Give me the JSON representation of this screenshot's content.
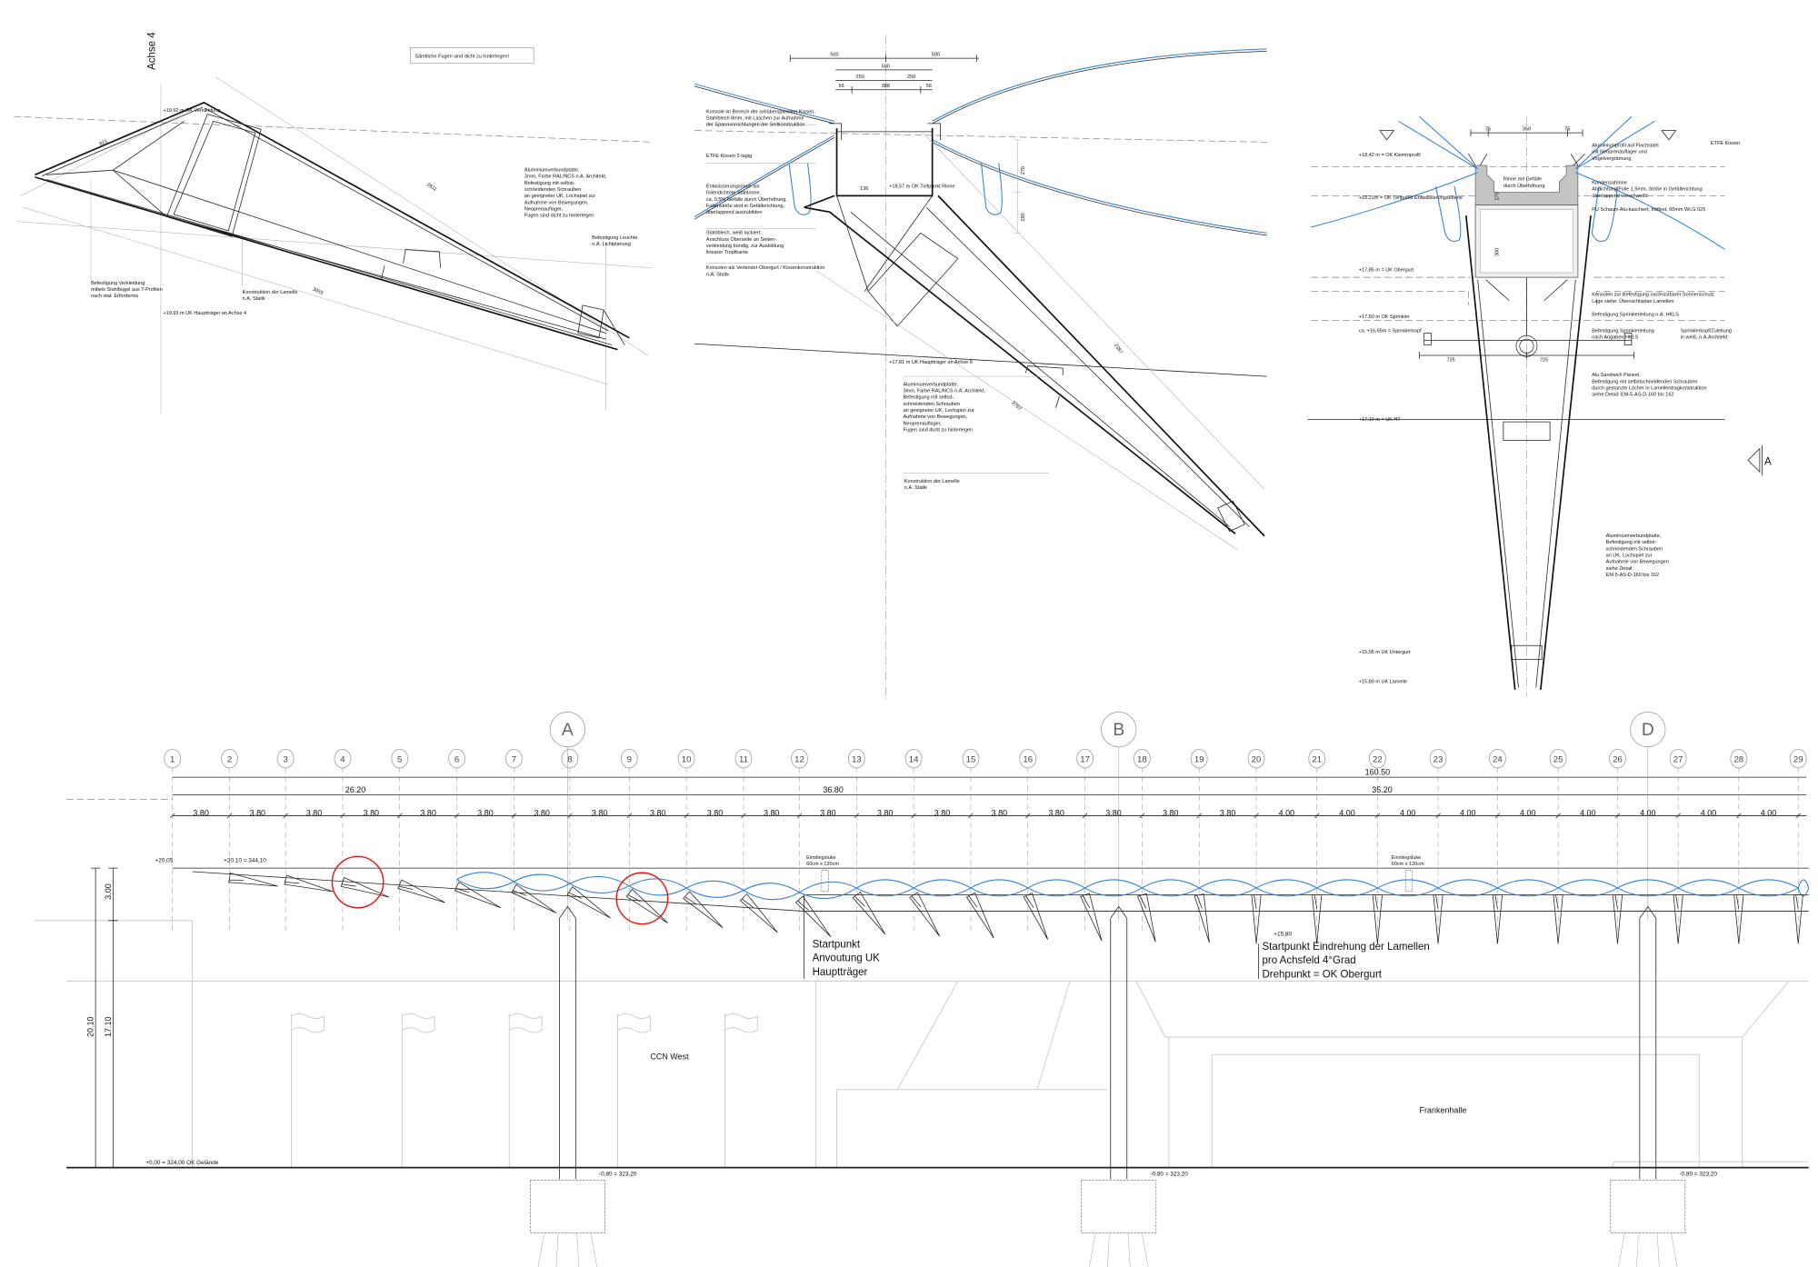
{
  "colors": {
    "etfe_cushion": "#2f7fd6",
    "highlight_circle": "#e11111",
    "line": "#222222"
  },
  "detail1": {
    "axis_label": "Achse 4",
    "note": "Sämtliche Fugen sind dicht zu hinterlegen!",
    "level_top": "+19,62 m OK Verkleidung",
    "level_bottom": "+19,93 m UK Hauptträger an Achse 4",
    "dims": [
      "921",
      "2611",
      "3055"
    ],
    "annotation_panel": [
      "Aluminiumverbundplatte,",
      "3mm, Farbe RAL/NCS n.A. Architekt,",
      "",
      "Befestigung mit selbst-",
      "schneidenden Schrauben",
      "an geeigneter UK, Lochspiel zur",
      "Aufnahme von Bewegungen,",
      "Neoprenauflager,",
      "Fugen sind dicht zu hinterlegen"
    ],
    "annotation_light": [
      "Befestigung Leuchte",
      "n.A. Lichtplanung"
    ],
    "annotation_fixing": [
      "Befestigung Verkleidung",
      "mittels Stahlbügel aus T-Profilen",
      "nach stat. Erfordernis"
    ],
    "annotation_construction": [
      "Konstruktion der Lamelle",
      "n.A. Statik"
    ]
  },
  "detail2": {
    "dims_top": [
      "500",
      "500"
    ],
    "dim_mid": "500",
    "dims_250": [
      "250",
      "250"
    ],
    "dims_small": [
      "56",
      "388",
      "56"
    ],
    "dims_vertical": [
      "270",
      "190"
    ],
    "dim_136": "136",
    "dims_diag": [
      "2387",
      "2767"
    ],
    "level_gutter": "+18,57 m OK Tiefpunkt Rinne",
    "level_beam": "+17,81 m UK Hauptträger an Achse 9",
    "annotation_console": [
      "Konsole im Bereich der seilüberspannten Kissen,",
      "Stahlblech 8mm, mit Laschen zur Aufnahme",
      "der Spannvorrichtungen der Seilkonstruktion"
    ],
    "annotation_etfe": [
      "ETFE Kissen 2-lagig"
    ],
    "annotation_gutter": [
      "Entwässerungsrinne als",
      "foliendichtete Stahlrinne,",
      "ca. 0,5% Gefälle durch Überhöhung,",
      "Folienstöße sind in Gefällerichtung,",
      "überlappend auszubilden"
    ],
    "annotation_sheet": [
      "Stahlblech, weiß lackiert,",
      "Anschluss Oberseite an Seiten-",
      "verkleidung bündig, zur Ausbildung",
      "linearer Tropfkante"
    ],
    "annotation_consoles": [
      "Konsolen als Verbinder Obergurt / Kissenkonstruktion",
      "n.A. Statik"
    ],
    "annotation_panel": [
      "Aluminiumverbundplatte,",
      "3mm, Farbe RAL/NCS n.A. Architekt,",
      "",
      "Befestigung mit selbst-",
      "schneidenden Schrauben",
      "an geeigneter UK, Lochspiel zur",
      "Aufnahme von Bewegungen,",
      "Neoprenauflager,",
      "Fugen sind dicht zu hinterlegen"
    ],
    "annotation_construction": [
      "Konstruktion der Lamelle",
      "n.A. Statik"
    ]
  },
  "detail3": {
    "dims_top": [
      "75",
      "350",
      "75"
    ],
    "dims_vertical": [
      "270",
      "300"
    ],
    "dims_sprinkler": [
      "725",
      "725"
    ],
    "section_marker": "A",
    "levels": [
      "+18,42 m = OK Klemmprofil",
      "+18,21m = OK Tiefpunkt Entwässerungsebene",
      "+17,85 m = UK Obergurt",
      "+17,60 m OK Sprinkler",
      "ca. +16,65m = Sprinklerkopf",
      "+17,10 m = UK HT",
      "+15,95 m UK Untergurt",
      "+15,80 m UK Lamelle"
    ],
    "label_etfe": "ETFE Kissen",
    "label_gutter": [
      "Rinne mit Gefälle",
      "durch Überhöhung"
    ],
    "annotation_profile": [
      "Aluminiumprofil auf Flachstahl",
      "mit Neoprenauflager und",
      "Vogelvergrämung"
    ],
    "annotation_condensate": [
      "Kondensatrinne",
      "Abdichtung Folie 1,5mm, Stöße in Gefällerichtung",
      "überlappend verschweißt"
    ],
    "annotation_foam": [
      "PU Schaum Alu-kaschiert, trittfest, 60mm WLG 025"
    ],
    "annotation_consoles": [
      "Konsolen zur Befestigung nachrüstbarer Sonnenschutz",
      "Lage siehe: Übersichtsplan Lamellen"
    ],
    "annotation_sprinkler_fix": [
      "Befestigung Sprinklerleitung n.A. HKLS"
    ],
    "annotation_sprinkler_line": [
      "Befestigung Sprinklerleitung",
      "nach Angaben HKLS"
    ],
    "annotation_sprinkler_head": [
      "Sprinklerkopf/Zuleitung",
      "in weiß, n.A.Architekt"
    ],
    "annotation_sandwich": [
      "Alu Sandwich Paneel,",
      "Befestigung mit selbstschneidenden Schrauben",
      "durch gestanzte Löcher in Lamellentragkonstruktion",
      "siehe Detail: EM-5-AS-D-160 bis 162"
    ],
    "annotation_panel": [
      "Aluminiumverbundplatte,",
      "Befestigung mit selbst-",
      "schneidenden Schrauben",
      "an UK, Lochspiel zur",
      "Aufnahme von Bewegungen",
      "siehe Detail:",
      "EM-5-AS-D-160 bis 162"
    ]
  },
  "elevation": {
    "axes": [
      "1",
      "2",
      "3",
      "4",
      "5",
      "6",
      "7",
      "8",
      "9",
      "10",
      "11",
      "12",
      "13",
      "14",
      "15",
      "16",
      "17",
      "18",
      "19",
      "20",
      "21",
      "22",
      "23",
      "24",
      "25",
      "26",
      "27",
      "28",
      "29"
    ],
    "grid_lines": [
      "A",
      "B",
      "D"
    ],
    "total_dim": "160.50",
    "segment_dims": [
      "26.20",
      "36.80",
      "35.20"
    ],
    "bay_dims": [
      "3.80",
      "3.80",
      "3.80",
      "3.80",
      "3.80",
      "3.80",
      "3.80",
      "3.80",
      "3.80",
      "3.80",
      "3.80",
      "3.80",
      "3.80",
      "3.80",
      "3.80",
      "3.80",
      "3.80",
      "3.80",
      "3.80",
      "4.00",
      "4.00",
      "4.00",
      "4.00",
      "4.00",
      "4.00",
      "4.00",
      "4.00",
      "4.00"
    ],
    "level_edge": "+20,05",
    "level_top": "+20,10 = 344,10",
    "level_pivot": "+15,80",
    "level_ground": "+0,00 = 324,00 OK Gelände",
    "level_foundation": "-0,80 = 323,20",
    "height_dims": [
      "3.00",
      "20.10",
      "17.10"
    ],
    "hatch_label": [
      "Einstiegsluke",
      "60cm x 120cm"
    ],
    "note_haunch": [
      "Startpunkt",
      "Anvoutung UK",
      "Hauptträger"
    ],
    "note_rotation": [
      "Startpunkt Eindrehung der Lamellen",
      "pro Achsfeld 4°Grad",
      "Drehpunkt = OK Obergurt"
    ],
    "building_left": "CCN West",
    "building_right": "Frankenhalle",
    "rotation_step_deg": 4
  }
}
